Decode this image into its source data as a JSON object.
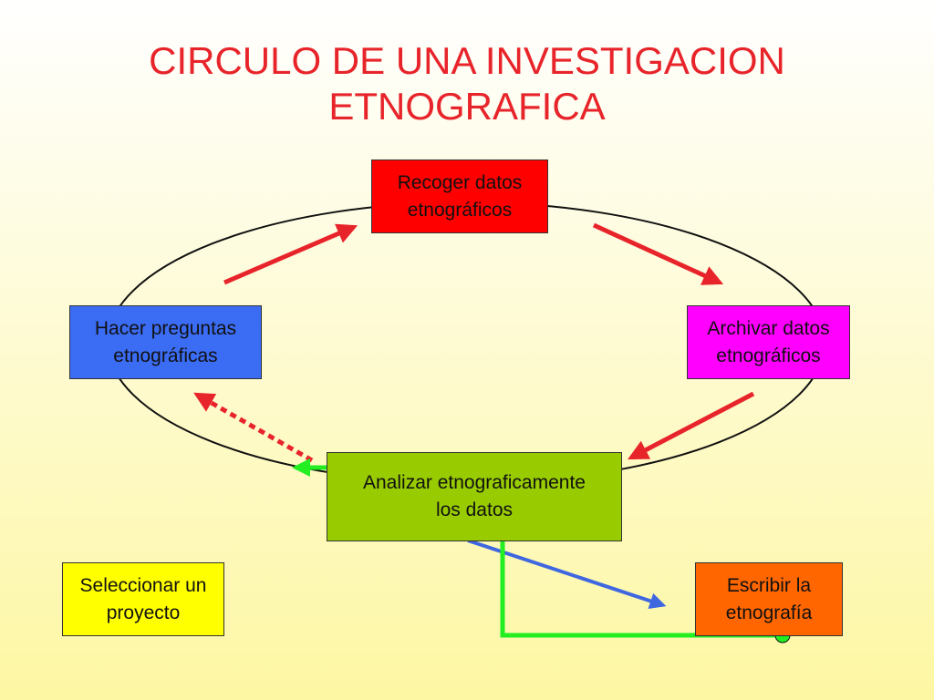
{
  "title": {
    "line1": "CIRCULO DE UNA INVESTIGACION",
    "line2": "ETNOGRAFICA"
  },
  "colors": {
    "title": "#e8242b",
    "arrow_red": "#e8242b",
    "arrow_blue": "#3f67e0",
    "arrow_green": "#22ee22"
  },
  "nodes": {
    "recoger": {
      "line1": "Recoger datos",
      "line2": "etnográficos",
      "color": "#ff0000"
    },
    "hacer": {
      "line1": "Hacer preguntas",
      "line2": "etnográficas",
      "color": "#3b6cf4"
    },
    "archivar": {
      "line1": "Archivar datos",
      "line2": "etnográficos",
      "color": "#ff00ff"
    },
    "analizar": {
      "line1": "Analizar etnograficamente",
      "line2": "los datos",
      "color": "#99cc00"
    },
    "seleccionar": {
      "line1": "Seleccionar un",
      "line2": "proyecto",
      "color": "#ffff00"
    },
    "escribir": {
      "line1": "Escribir la",
      "line2": "etnografía",
      "color": "#ff6600"
    }
  }
}
